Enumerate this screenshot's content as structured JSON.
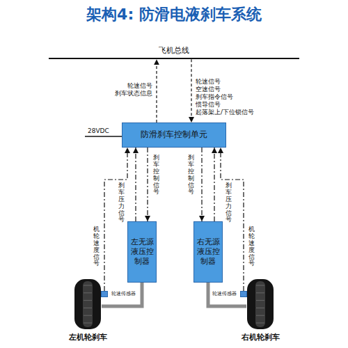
{
  "diagram": {
    "title": "架构4: 防滑电液刹车系统",
    "nodes": [
      {
        "text": [
          "飞机总线"
        ]
      },
      {
        "text": [
          "防滑刹车控制单元"
        ]
      },
      {
        "text": [
          "左无源液压控制器"
        ]
      },
      {
        "text": [
          "右无源液压控制器"
        ]
      },
      {
        "text": [
          "轮速传感器"
        ]
      },
      {
        "text": [
          "轮速传感器"
        ]
      },
      {
        "text": [
          "左机轮刹车"
        ]
      },
      {
        "text": [
          "右机轮刹车"
        ]
      }
    ],
    "edges": [
      {
        "from": 1,
        "to": 0,
        "arrow": "to"
      },
      {
        "from": 0,
        "to": 1,
        "arrow": "to"
      },
      {
        "from": 2,
        "to": 1,
        "arrow": "to"
      },
      {
        "from": 1,
        "to": 2,
        "arrow": "to"
      },
      {
        "from": 1,
        "to": 3,
        "arrow": "to"
      },
      {
        "from": 3,
        "to": 1,
        "arrow": "to"
      },
      {
        "from": 4,
        "to": 1,
        "arrow": "to"
      },
      {
        "from": 5,
        "to": 1,
        "arrow": "to"
      },
      {
        "from": 2,
        "to": 6,
        "arrow": "none"
      },
      {
        "from": 3,
        "to": 7,
        "arrow": "none"
      }
    ],
    "labels": [
      "轮速信号",
      "刹车状态信息",
      "轮速信号",
      "空速信号",
      "刹车指令信号",
      "惯导信号",
      "起落架上/下位锁信号",
      "28VDC",
      "机轮速度信号",
      "刹车压力信号",
      "刹车控制信号",
      "刹车控制信号",
      "刹车压力信号",
      "机轮速度信号"
    ]
  }
}
